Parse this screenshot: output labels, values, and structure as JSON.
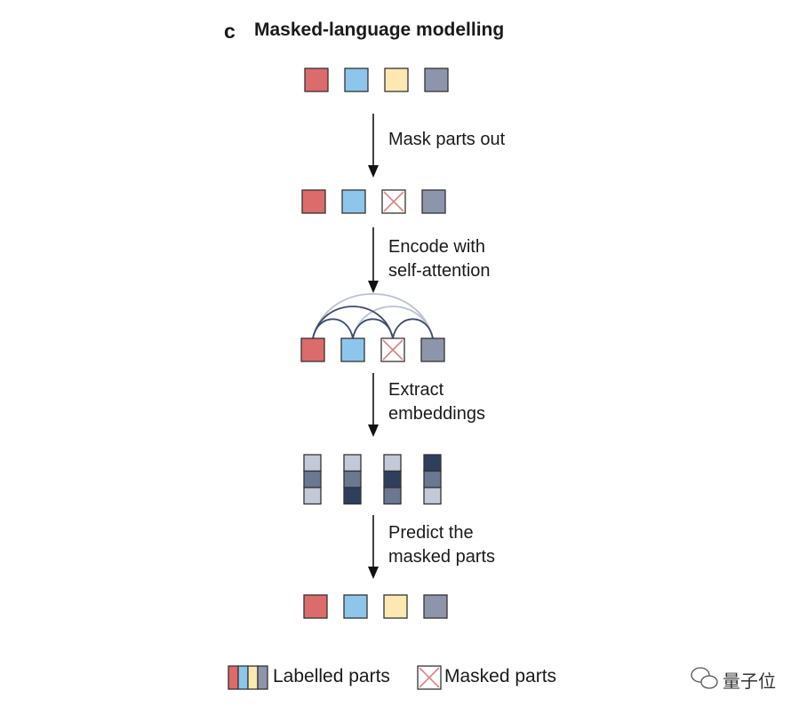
{
  "panel": {
    "letter": "c",
    "title": "Masked-language modelling"
  },
  "steps": [
    {
      "label_lines": [
        "Mask parts out"
      ]
    },
    {
      "label_lines": [
        "Encode with",
        "self-attention"
      ]
    },
    {
      "label_lines": [
        "Extract",
        "embeddings"
      ]
    },
    {
      "label_lines": [
        "Predict the",
        "masked parts"
      ]
    }
  ],
  "tokens": [
    {
      "name": "red",
      "color": "#dc6b6b"
    },
    {
      "name": "blue",
      "color": "#8dc6ea"
    },
    {
      "name": "yellow",
      "color": "#fce8b0"
    },
    {
      "name": "gray",
      "color": "#8d95ab"
    }
  ],
  "masked_token_index": 2,
  "embedding_shades": [
    [
      "light",
      "mid",
      "light"
    ],
    [
      "light",
      "mid",
      "dark"
    ],
    [
      "light",
      "dark",
      "mid"
    ],
    [
      "dark",
      "mid",
      "light"
    ]
  ],
  "colors": {
    "shade_light": "#c3c9d8",
    "shade_mid": "#6b7892",
    "shade_dark": "#2e3f5e",
    "border": "#333333",
    "mask_cross": "#d9847f",
    "arc_dark": "#3b4b6b",
    "arc_light": "#b9c1d1"
  },
  "legend": {
    "labelled": "Labelled parts",
    "masked": "Masked parts"
  },
  "watermark": {
    "icon": "wechat-icon",
    "text": "量子位"
  }
}
